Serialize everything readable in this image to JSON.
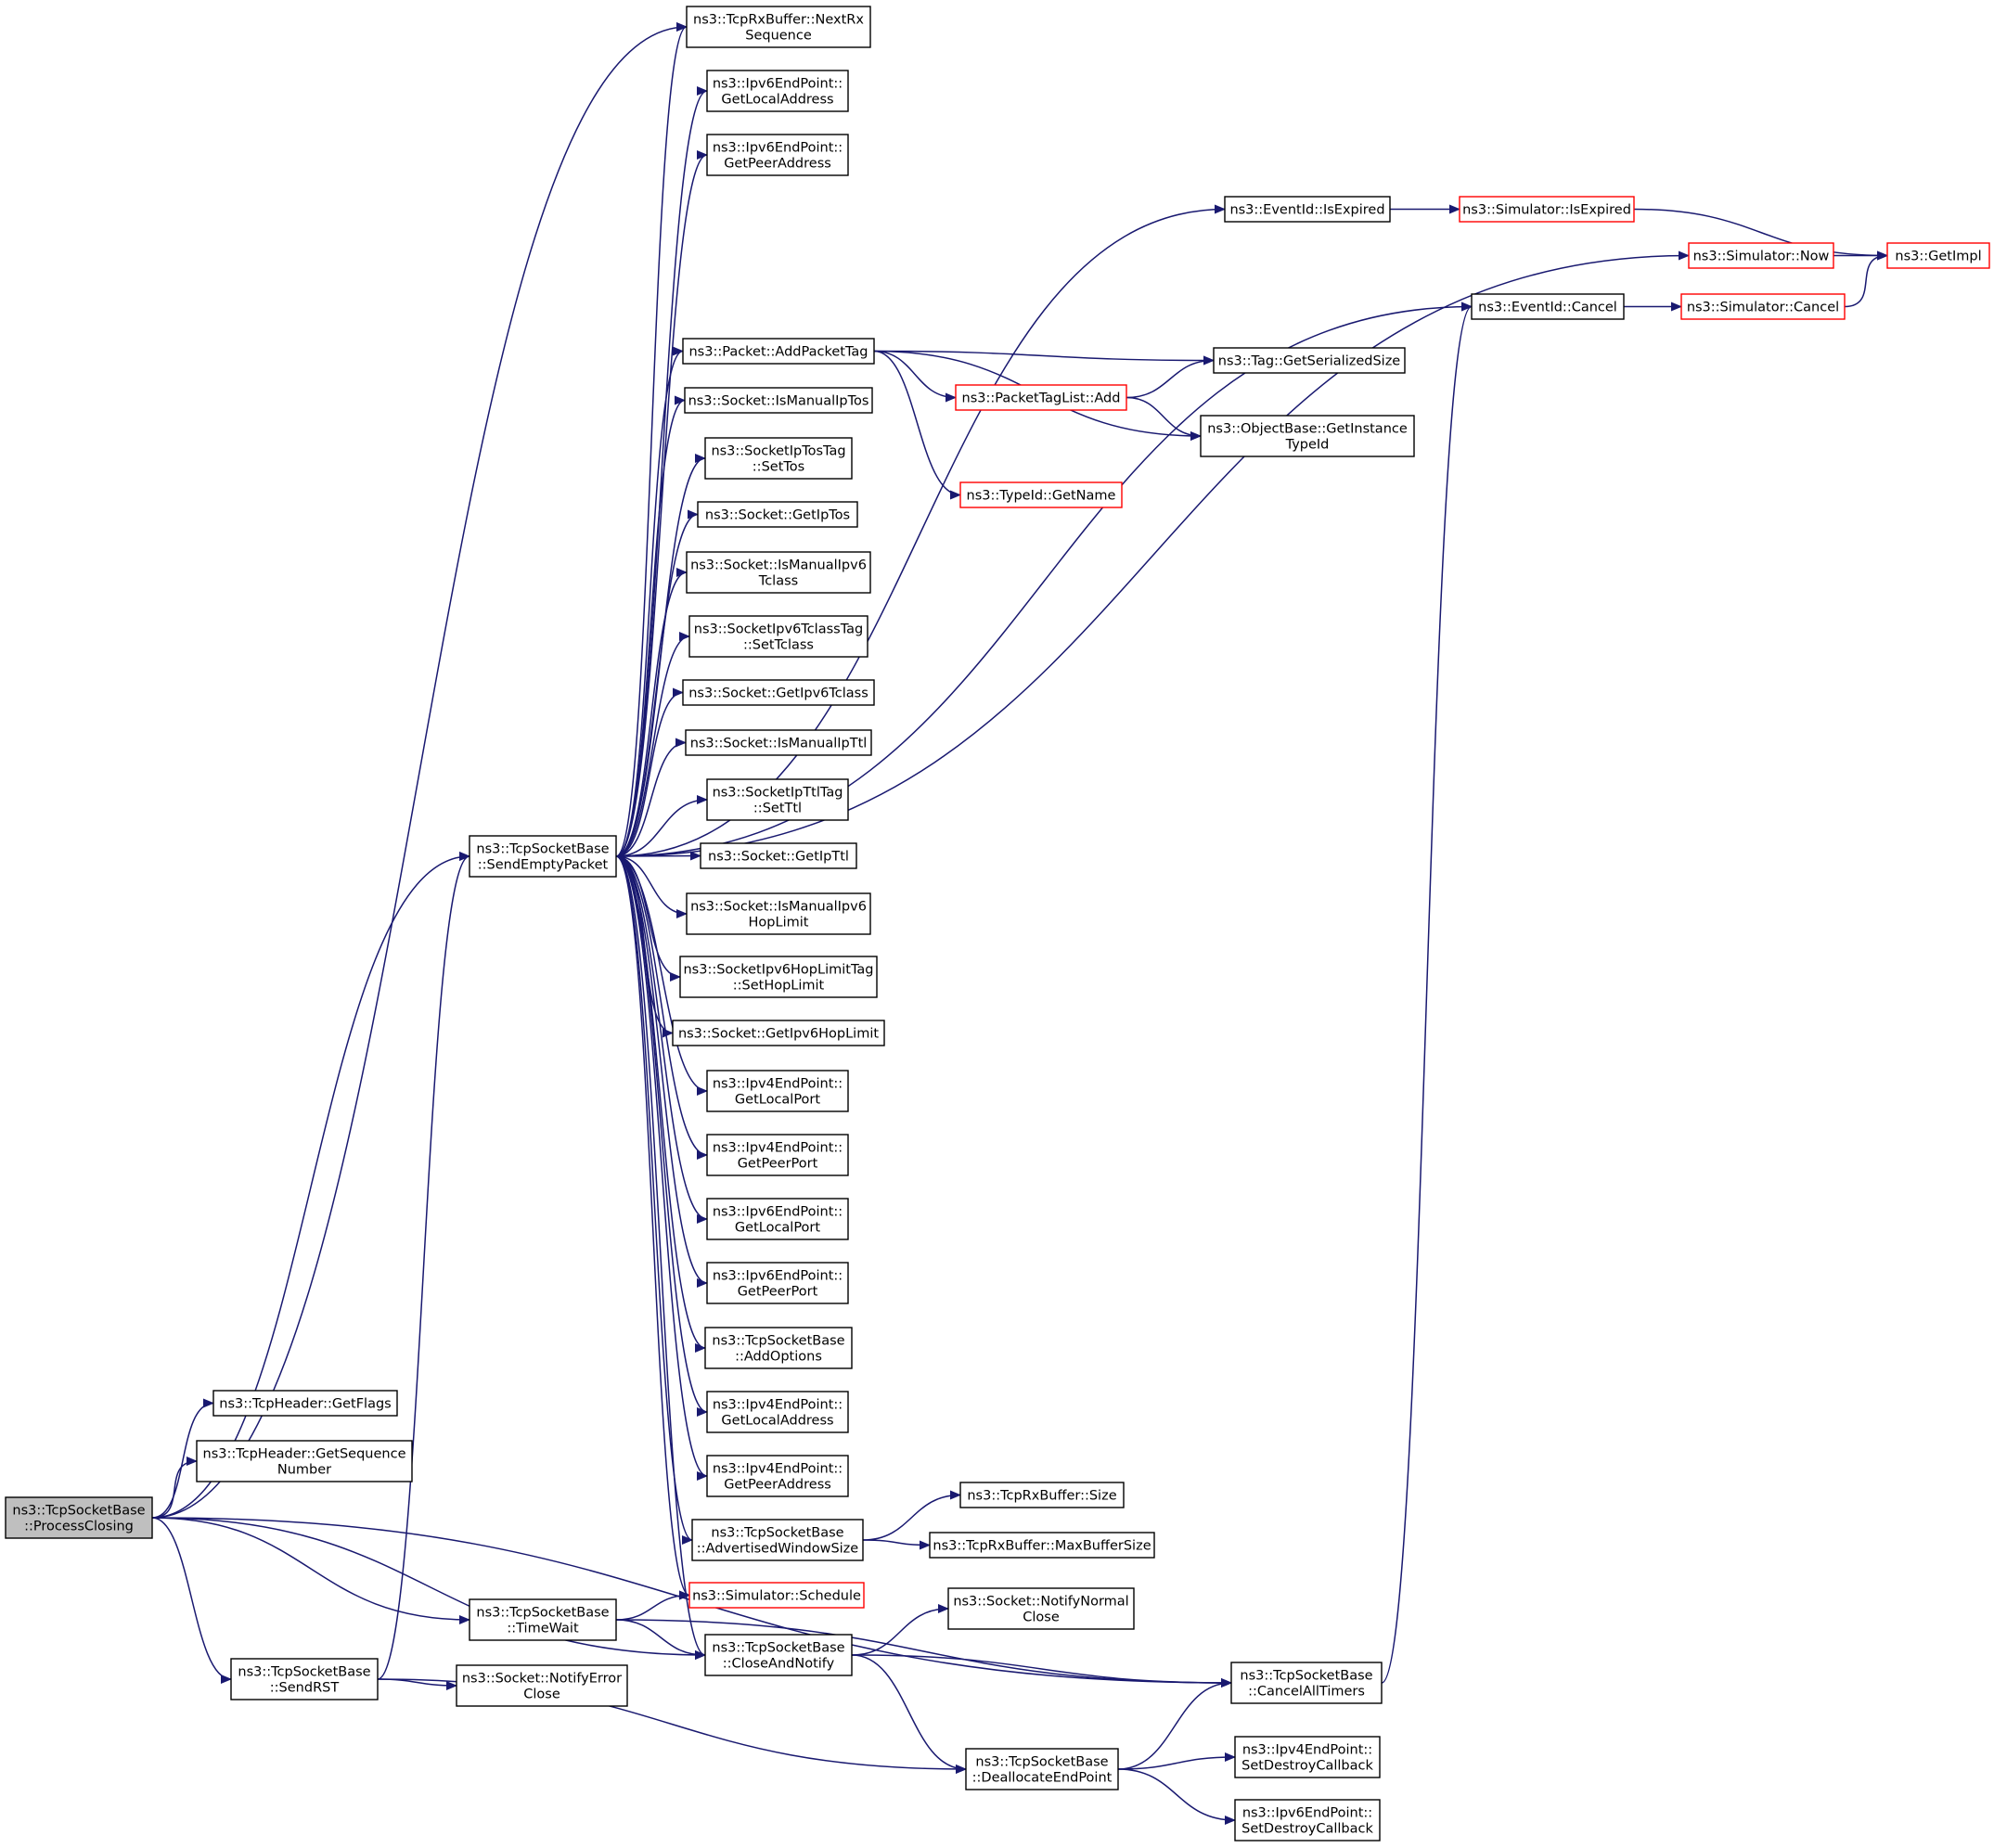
{
  "colors": {
    "edge": "#191970",
    "box_border": "#000000",
    "box_border_link_broken": "#ff0000",
    "root_fill": "#bfbfbf",
    "node_fill": "#ffffff"
  },
  "nodes": [
    {
      "id": "root",
      "lines": [
        "ns3::TcpSocketBase",
        "::ProcessClosing"
      ],
      "style": "root"
    },
    {
      "id": "nextrx",
      "lines": [
        "ns3::TcpRxBuffer::NextRx",
        "Sequence"
      ],
      "style": "normal"
    },
    {
      "id": "ipv6localaddr",
      "lines": [
        "ns3::Ipv6EndPoint::",
        "GetLocalAddress"
      ],
      "style": "normal"
    },
    {
      "id": "ipv6peeraddr",
      "lines": [
        "ns3::Ipv6EndPoint::",
        "GetPeerAddress"
      ],
      "style": "normal"
    },
    {
      "id": "eventisexpired",
      "lines": [
        "ns3::EventId::IsExpired"
      ],
      "style": "normal"
    },
    {
      "id": "simisexpired",
      "lines": [
        "ns3::Simulator::IsExpired"
      ],
      "style": "red"
    },
    {
      "id": "getimpl",
      "lines": [
        "ns3::GetImpl"
      ],
      "style": "red"
    },
    {
      "id": "simnow",
      "lines": [
        "ns3::Simulator::Now"
      ],
      "style": "red"
    },
    {
      "id": "eventcancel",
      "lines": [
        "ns3::EventId::Cancel"
      ],
      "style": "normal"
    },
    {
      "id": "simcancel",
      "lines": [
        "ns3::Simulator::Cancel"
      ],
      "style": "red"
    },
    {
      "id": "addpackettag",
      "lines": [
        "ns3::Packet::AddPacketTag"
      ],
      "style": "normal"
    },
    {
      "id": "taggetser",
      "lines": [
        "ns3::Tag::GetSerializedSize"
      ],
      "style": "normal"
    },
    {
      "id": "ptladd",
      "lines": [
        "ns3::PacketTagList::Add"
      ],
      "style": "red"
    },
    {
      "id": "objgetinst",
      "lines": [
        "ns3::ObjectBase::GetInstance",
        "TypeId"
      ],
      "style": "normal"
    },
    {
      "id": "typeidgetname",
      "lines": [
        "ns3::TypeId::GetName"
      ],
      "style": "red"
    },
    {
      "id": "ismanualiptos",
      "lines": [
        "ns3::Socket::IsManualIpTos"
      ],
      "style": "normal"
    },
    {
      "id": "settos",
      "lines": [
        "ns3::SocketIpTosTag",
        "::SetTos"
      ],
      "style": "normal"
    },
    {
      "id": "getiptos",
      "lines": [
        "ns3::Socket::GetIpTos"
      ],
      "style": "normal"
    },
    {
      "id": "ismanualipv6tclass",
      "lines": [
        "ns3::Socket::IsManualIpv6",
        "Tclass"
      ],
      "style": "normal"
    },
    {
      "id": "settclass",
      "lines": [
        "ns3::SocketIpv6TclassTag",
        "::SetTclass"
      ],
      "style": "normal"
    },
    {
      "id": "getipv6tclass",
      "lines": [
        "ns3::Socket::GetIpv6Tclass"
      ],
      "style": "normal"
    },
    {
      "id": "ismanualipttl",
      "lines": [
        "ns3::Socket::IsManualIpTtl"
      ],
      "style": "normal"
    },
    {
      "id": "setttl",
      "lines": [
        "ns3::SocketIpTtlTag",
        "::SetTtl"
      ],
      "style": "normal"
    },
    {
      "id": "getipttl",
      "lines": [
        "ns3::Socket::GetIpTtl"
      ],
      "style": "normal"
    },
    {
      "id": "ismanualipv6hop",
      "lines": [
        "ns3::Socket::IsManualIpv6",
        "HopLimit"
      ],
      "style": "normal"
    },
    {
      "id": "sethoplimit",
      "lines": [
        "ns3::SocketIpv6HopLimitTag",
        "::SetHopLimit"
      ],
      "style": "normal"
    },
    {
      "id": "getipv6hoplimit",
      "lines": [
        "ns3::Socket::GetIpv6HopLimit"
      ],
      "style": "normal"
    },
    {
      "id": "ipv4localport",
      "lines": [
        "ns3::Ipv4EndPoint::",
        "GetLocalPort"
      ],
      "style": "normal"
    },
    {
      "id": "ipv4peerport",
      "lines": [
        "ns3::Ipv4EndPoint::",
        "GetPeerPort"
      ],
      "style": "normal"
    },
    {
      "id": "ipv6localport",
      "lines": [
        "ns3::Ipv6EndPoint::",
        "GetLocalPort"
      ],
      "style": "normal"
    },
    {
      "id": "ipv6peerport",
      "lines": [
        "ns3::Ipv6EndPoint::",
        "GetPeerPort"
      ],
      "style": "normal"
    },
    {
      "id": "addoptions",
      "lines": [
        "ns3::TcpSocketBase",
        "::AddOptions"
      ],
      "style": "normal"
    },
    {
      "id": "ipv4localaddr",
      "lines": [
        "ns3::Ipv4EndPoint::",
        "GetLocalAddress"
      ],
      "style": "normal"
    },
    {
      "id": "ipv4peeraddr",
      "lines": [
        "ns3::Ipv4EndPoint::",
        "GetPeerAddress"
      ],
      "style": "normal"
    },
    {
      "id": "advwinsize",
      "lines": [
        "ns3::TcpSocketBase",
        "::AdvertisedWindowSize"
      ],
      "style": "normal"
    },
    {
      "id": "rxsize",
      "lines": [
        "ns3::TcpRxBuffer::Size"
      ],
      "style": "normal"
    },
    {
      "id": "rxmaxbuf",
      "lines": [
        "ns3::TcpRxBuffer::MaxBufferSize"
      ],
      "style": "normal"
    },
    {
      "id": "simschedule",
      "lines": [
        "ns3::Simulator::Schedule"
      ],
      "style": "red"
    },
    {
      "id": "sendempty",
      "lines": [
        "ns3::TcpSocketBase",
        "::SendEmptyPacket"
      ],
      "style": "normal"
    },
    {
      "id": "getflags",
      "lines": [
        "ns3::TcpHeader::GetFlags"
      ],
      "style": "normal"
    },
    {
      "id": "getseqnum",
      "lines": [
        "ns3::TcpHeader::GetSequence",
        "Number"
      ],
      "style": "normal"
    },
    {
      "id": "timewait",
      "lines": [
        "ns3::TcpSocketBase",
        "::TimeWait"
      ],
      "style": "normal"
    },
    {
      "id": "closeandnotify",
      "lines": [
        "ns3::TcpSocketBase",
        "::CloseAndNotify"
      ],
      "style": "normal"
    },
    {
      "id": "notifynormalclose",
      "lines": [
        "ns3::Socket::NotifyNormal",
        "Close"
      ],
      "style": "normal"
    },
    {
      "id": "cancelalltimers",
      "lines": [
        "ns3::TcpSocketBase",
        "::CancelAllTimers"
      ],
      "style": "normal"
    },
    {
      "id": "sendrst",
      "lines": [
        "ns3::TcpSocketBase",
        "::SendRST"
      ],
      "style": "normal"
    },
    {
      "id": "notifyerrorclose",
      "lines": [
        "ns3::Socket::NotifyError",
        "Close"
      ],
      "style": "normal"
    },
    {
      "id": "deallocendpoint",
      "lines": [
        "ns3::TcpSocketBase",
        "::DeallocateEndPoint"
      ],
      "style": "normal"
    },
    {
      "id": "ipv4setdestroy",
      "lines": [
        "ns3::Ipv4EndPoint::",
        "SetDestroyCallback"
      ],
      "style": "normal"
    },
    {
      "id": "ipv6setdestroy",
      "lines": [
        "ns3::Ipv6EndPoint::",
        "SetDestroyCallback"
      ],
      "style": "normal"
    }
  ],
  "edges": [
    [
      "root",
      "nextrx"
    ],
    [
      "root",
      "getflags"
    ],
    [
      "root",
      "getseqnum"
    ],
    [
      "root",
      "sendempty"
    ],
    [
      "root",
      "closeandnotify"
    ],
    [
      "root",
      "timewait"
    ],
    [
      "root",
      "sendrst"
    ],
    [
      "root",
      "cancelalltimers"
    ],
    [
      "sendempty",
      "nextrx"
    ],
    [
      "sendempty",
      "ipv6localaddr"
    ],
    [
      "sendempty",
      "ipv6peeraddr"
    ],
    [
      "sendempty",
      "eventisexpired"
    ],
    [
      "sendempty",
      "simnow"
    ],
    [
      "sendempty",
      "eventcancel"
    ],
    [
      "sendempty",
      "addpackettag"
    ],
    [
      "sendempty",
      "ismanualiptos"
    ],
    [
      "sendempty",
      "settos"
    ],
    [
      "sendempty",
      "getiptos"
    ],
    [
      "sendempty",
      "ismanualipv6tclass"
    ],
    [
      "sendempty",
      "settclass"
    ],
    [
      "sendempty",
      "getipv6tclass"
    ],
    [
      "sendempty",
      "ismanualipttl"
    ],
    [
      "sendempty",
      "setttl"
    ],
    [
      "sendempty",
      "getipttl"
    ],
    [
      "sendempty",
      "ismanualipv6hop"
    ],
    [
      "sendempty",
      "sethoplimit"
    ],
    [
      "sendempty",
      "getipv6hoplimit"
    ],
    [
      "sendempty",
      "ipv4localport"
    ],
    [
      "sendempty",
      "ipv4peerport"
    ],
    [
      "sendempty",
      "ipv6localport"
    ],
    [
      "sendempty",
      "ipv6peerport"
    ],
    [
      "sendempty",
      "addoptions"
    ],
    [
      "sendempty",
      "ipv4localaddr"
    ],
    [
      "sendempty",
      "ipv4peeraddr"
    ],
    [
      "sendempty",
      "advwinsize"
    ],
    [
      "sendempty",
      "simschedule"
    ],
    [
      "sendempty",
      "closeandnotify"
    ],
    [
      "eventisexpired",
      "simisexpired"
    ],
    [
      "simisexpired",
      "getimpl"
    ],
    [
      "simnow",
      "getimpl"
    ],
    [
      "eventcancel",
      "simcancel"
    ],
    [
      "simcancel",
      "getimpl"
    ],
    [
      "addpackettag",
      "taggetser"
    ],
    [
      "addpackettag",
      "ptladd"
    ],
    [
      "addpackettag",
      "objgetinst"
    ],
    [
      "addpackettag",
      "typeidgetname"
    ],
    [
      "ptladd",
      "taggetser"
    ],
    [
      "ptladd",
      "objgetinst"
    ],
    [
      "advwinsize",
      "rxsize"
    ],
    [
      "advwinsize",
      "rxmaxbuf"
    ],
    [
      "timewait",
      "simschedule"
    ],
    [
      "timewait",
      "closeandnotify"
    ],
    [
      "timewait",
      "cancelalltimers"
    ],
    [
      "closeandnotify",
      "notifynormalclose"
    ],
    [
      "closeandnotify",
      "cancelalltimers"
    ],
    [
      "closeandnotify",
      "deallocendpoint"
    ],
    [
      "cancelalltimers",
      "eventcancel"
    ],
    [
      "sendrst",
      "sendempty"
    ],
    [
      "sendrst",
      "notifyerrorclose"
    ],
    [
      "sendrst",
      "deallocendpoint"
    ],
    [
      "deallocendpoint",
      "cancelalltimers"
    ],
    [
      "deallocendpoint",
      "ipv4setdestroy"
    ],
    [
      "deallocendpoint",
      "ipv6setdestroy"
    ]
  ]
}
